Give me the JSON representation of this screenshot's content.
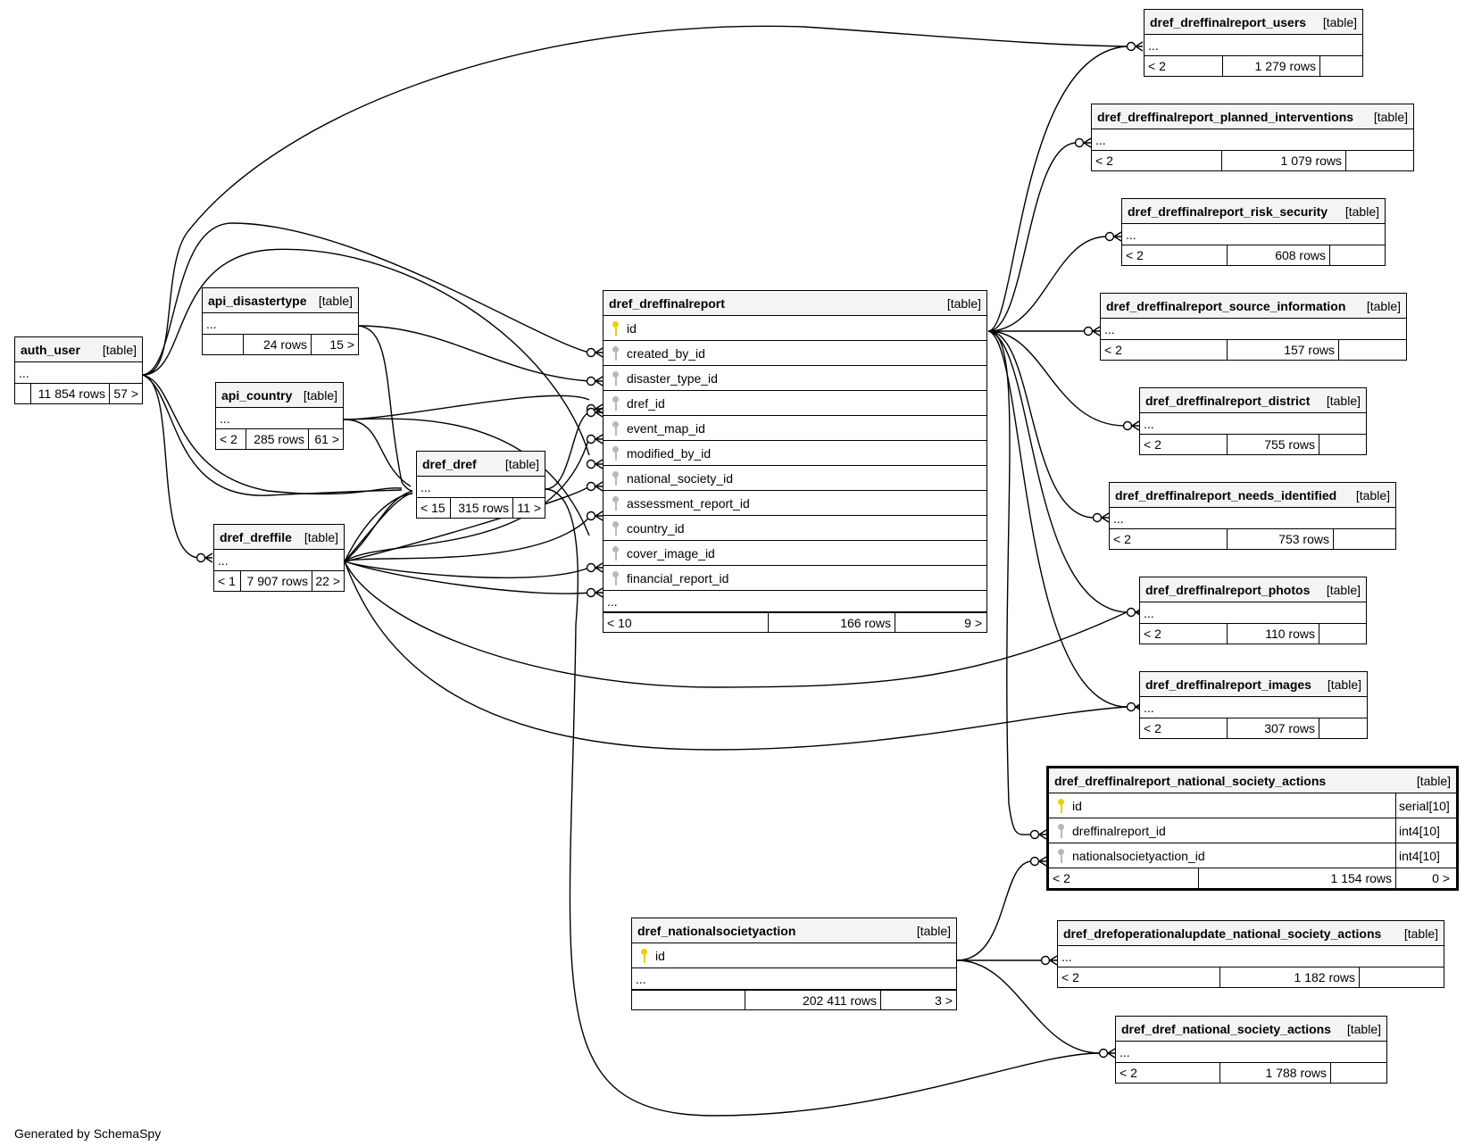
{
  "footer": "Generated by SchemaSpy",
  "table_type_label": "[table]",
  "tables": {
    "auth_user": {
      "name": "auth_user",
      "rows": [
        "..."
      ],
      "foot": [
        "",
        "11 854 rows",
        "57 >"
      ]
    },
    "api_disastertype": {
      "name": "api_disastertype",
      "rows": [
        "..."
      ],
      "foot": [
        "",
        "24 rows",
        "15 >"
      ]
    },
    "api_country": {
      "name": "api_country",
      "rows": [
        "..."
      ],
      "foot": [
        "< 2",
        "285 rows",
        "61 >"
      ]
    },
    "dref_dref": {
      "name": "dref_dref",
      "rows": [
        "..."
      ],
      "foot": [
        "< 15",
        "315 rows",
        "11 >"
      ]
    },
    "dref_dreffile": {
      "name": "dref_dreffile",
      "rows": [
        "..."
      ],
      "foot": [
        "< 1",
        "7 907 rows",
        "22 >"
      ]
    },
    "dref_dreffinalreport": {
      "name": "dref_dreffinalreport",
      "columns": [
        "id",
        "created_by_id",
        "disaster_type_id",
        "dref_id",
        "event_map_id",
        "modified_by_id",
        "national_society_id",
        "assessment_report_id",
        "country_id",
        "cover_image_id",
        "financial_report_id"
      ],
      "rows": [
        "..."
      ],
      "foot": [
        "< 10",
        "166 rows",
        "9 >"
      ]
    },
    "dref_dreffinalreport_users": {
      "name": "dref_dreffinalreport_users",
      "rows": [
        "..."
      ],
      "foot": [
        "< 2",
        "1 279 rows",
        ""
      ]
    },
    "dref_dreffinalreport_planned_interventions": {
      "name": "dref_dreffinalreport_planned_interventions",
      "rows": [
        "..."
      ],
      "foot": [
        "< 2",
        "1 079 rows",
        ""
      ]
    },
    "dref_dreffinalreport_risk_security": {
      "name": "dref_dreffinalreport_risk_security",
      "rows": [
        "..."
      ],
      "foot": [
        "< 2",
        "608 rows",
        ""
      ]
    },
    "dref_dreffinalreport_source_information": {
      "name": "dref_dreffinalreport_source_information",
      "rows": [
        "..."
      ],
      "foot": [
        "< 2",
        "157 rows",
        ""
      ]
    },
    "dref_dreffinalreport_district": {
      "name": "dref_dreffinalreport_district",
      "rows": [
        "..."
      ],
      "foot": [
        "< 2",
        "755 rows",
        ""
      ]
    },
    "dref_dreffinalreport_needs_identified": {
      "name": "dref_dreffinalreport_needs_identified",
      "rows": [
        "..."
      ],
      "foot": [
        "< 2",
        "753 rows",
        ""
      ]
    },
    "dref_dreffinalreport_photos": {
      "name": "dref_dreffinalreport_photos",
      "rows": [
        "..."
      ],
      "foot": [
        "< 2",
        "110 rows",
        ""
      ]
    },
    "dref_dreffinalreport_images": {
      "name": "dref_dreffinalreport_images",
      "rows": [
        "..."
      ],
      "foot": [
        "< 2",
        "307 rows",
        ""
      ]
    },
    "dref_dreffinalreport_national_society_actions": {
      "name": "dref_dreffinalreport_national_society_actions",
      "columns": [
        "id",
        "dreffinalreport_id",
        "nationalsocietyaction_id"
      ],
      "types": [
        "serial[10]",
        "int4[10]",
        "int4[10]"
      ],
      "foot": [
        "< 2",
        "1 154 rows",
        "0 >"
      ]
    },
    "dref_nationalsocietyaction": {
      "name": "dref_nationalsocietyaction",
      "columns": [
        "id"
      ],
      "rows": [
        "..."
      ],
      "foot": [
        "",
        "202 411 rows",
        "3 >"
      ]
    },
    "dref_drefoperationalupdate_national_society_actions": {
      "name": "dref_drefoperationalupdate_national_society_actions",
      "rows": [
        "..."
      ],
      "foot": [
        "< 2",
        "1 182 rows",
        ""
      ]
    },
    "dref_dref_national_society_actions": {
      "name": "dref_dref_national_society_actions",
      "rows": [
        "..."
      ],
      "foot": [
        "< 2",
        "1 788 rows",
        ""
      ]
    }
  }
}
